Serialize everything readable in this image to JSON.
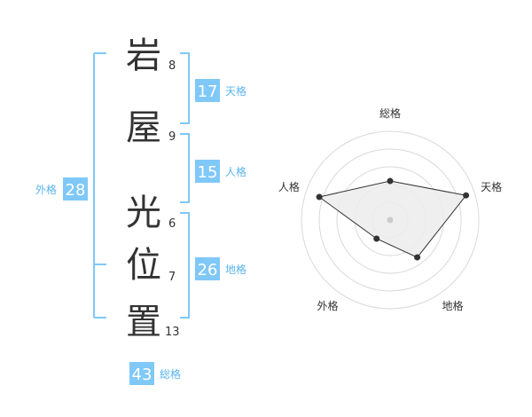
{
  "name_chars": [
    {
      "char": "岩",
      "strokes": "8"
    },
    {
      "char": "屋",
      "strokes": "9"
    },
    {
      "char": "光",
      "strokes": "6"
    },
    {
      "char": "位",
      "strokes": "7"
    },
    {
      "char": "置",
      "strokes": "13"
    }
  ],
  "scores": {
    "tenkaku": {
      "value": "17",
      "label": "天格"
    },
    "jinkaku": {
      "value": "15",
      "label": "人格"
    },
    "chikaku": {
      "value": "26",
      "label": "地格"
    },
    "gaikaku": {
      "value": "28",
      "label": "外格"
    },
    "soukaku": {
      "value": "43",
      "label": "総格"
    }
  },
  "colors": {
    "accent": "#7fc8f8",
    "accent_text": "#5ab4ee",
    "ink": "#333333",
    "grid": "#d9d9d9"
  },
  "chart_data": {
    "type": "radar",
    "axes": [
      "総格",
      "天格",
      "地格",
      "外格",
      "人格"
    ],
    "values": [
      2.2,
      4.5,
      2.6,
      1.3,
      4.2
    ],
    "range": [
      0,
      5
    ],
    "rings": 5
  }
}
